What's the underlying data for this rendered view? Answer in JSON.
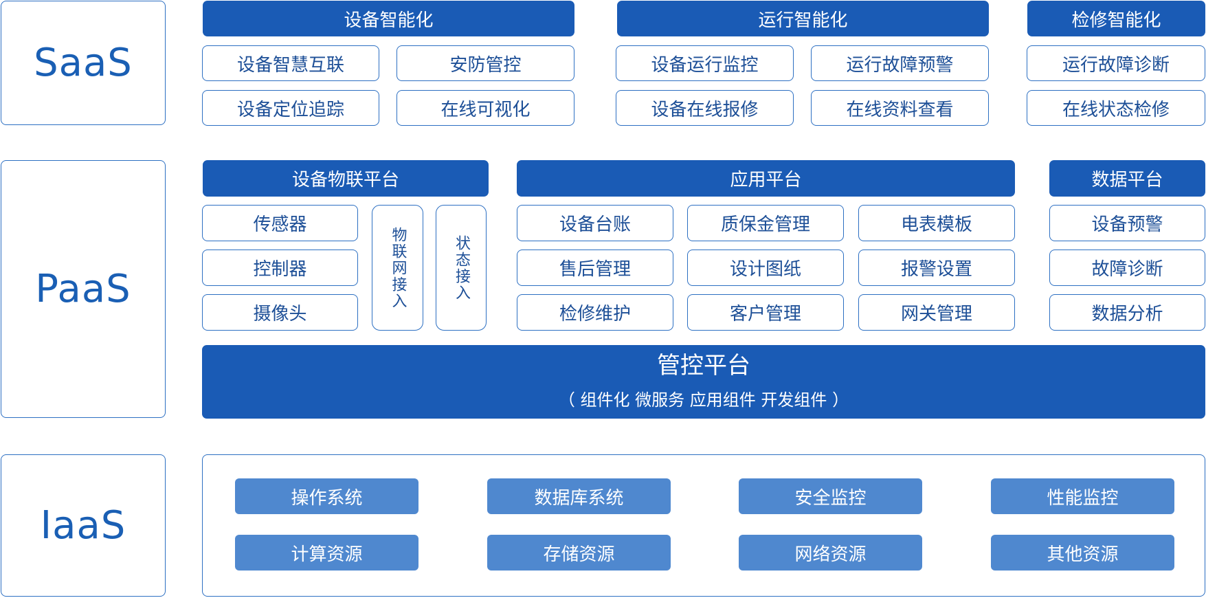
{
  "layers": {
    "saas": "SaaS",
    "paas": "PaaS",
    "iaas": "IaaS"
  },
  "saas": {
    "groups": [
      {
        "title": "设备智能化",
        "items": [
          "设备智慧互联",
          "安防管控",
          "设备定位追踪",
          "在线可视化"
        ]
      },
      {
        "title": "运行智能化",
        "items": [
          "设备运行监控",
          "运行故障预警",
          "设备在线报修",
          "在线资料查看"
        ]
      },
      {
        "title": "检修智能化",
        "items": [
          "运行故障诊断",
          "在线状态检修"
        ]
      }
    ]
  },
  "paas": {
    "iot": {
      "title": "设备物联平台",
      "items": [
        "传感器",
        "控制器",
        "摄像头"
      ],
      "vertical": [
        "物联网接入",
        "状态接入"
      ]
    },
    "app": {
      "title": "应用平台",
      "items": [
        "设备台账",
        "质保金管理",
        "电表模板",
        "售后管理",
        "设计图纸",
        "报警设置",
        "检修维护",
        "客户管理",
        "网关管理"
      ]
    },
    "data": {
      "title": "数据平台",
      "items": [
        "设备预警",
        "故障诊断",
        "数据分析"
      ]
    },
    "core": {
      "title": "管控平台",
      "subtitle": "（ 组件化  微服务  应用组件  开发组件 ）"
    }
  },
  "iaas": {
    "items": [
      "操作系统",
      "数据库系统",
      "安全监控",
      "性能监控",
      "计算资源",
      "存储资源",
      "网络资源",
      "其他资源"
    ]
  },
  "colors": {
    "primary": "#1a5bb5",
    "border": "#2c6fc2",
    "resource": "#4f88cf",
    "text": "#1d4f97"
  }
}
